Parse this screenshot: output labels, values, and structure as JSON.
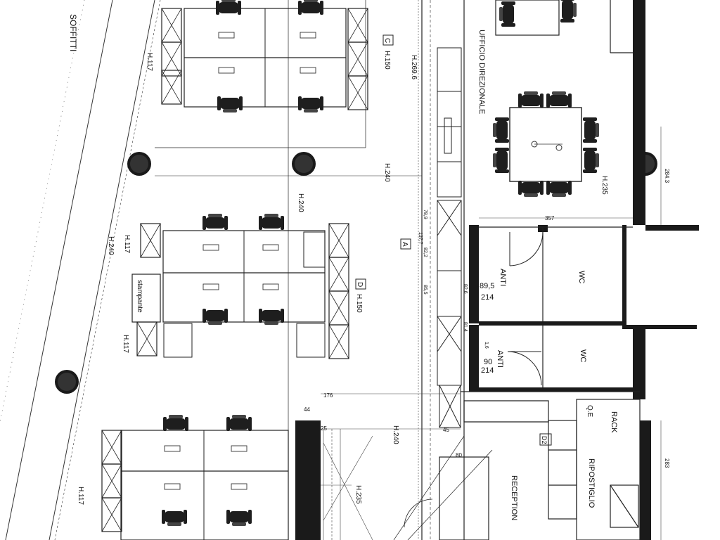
{
  "labels": {
    "controsoffitti": "SOFFITTI",
    "ufficio": "UFFICIO DIREZIONALE",
    "anti_1": "ANTI",
    "anti_2": "ANTI",
    "wc_1": "WC",
    "wc_2": "WC",
    "reception": "RECEPTION",
    "ripostiglio": "RIPOSTIGLIO",
    "rack": "RACK",
    "qe": "Q.E",
    "stampante": "stampante",
    "zone_c": "C",
    "zone_a": "A",
    "zone_d": "D",
    "zone_d2": "D2"
  },
  "heights": {
    "h117_a": "H.117",
    "h117_b": "H.117",
    "h117_c": "H.117",
    "h117_d": "H.117",
    "h150_a": "H.150",
    "h150_b": "H.150",
    "h240_a": "H.240",
    "h240_b": "H.240",
    "h240_c": "H.240",
    "h240_d": "H.240",
    "h235_a": "H.235",
    "h235_b": "H.235",
    "h269": "H.269.6"
  },
  "dimensions": {
    "anti1_w": "89,5",
    "anti1_h": "214",
    "anti2_w": "90",
    "anti2_h": "214",
    "d357": "357",
    "d284": "284.3",
    "d283": "283",
    "d176": "176",
    "d44": "44",
    "d25": "25",
    "d80": "80",
    "d45": "45",
    "d82_a": "82,2",
    "d82_b": "82,6",
    "d85": "85,5",
    "d81": "81,4",
    "d137": "137,7",
    "d78": "78,9",
    "d16": "1,6"
  }
}
